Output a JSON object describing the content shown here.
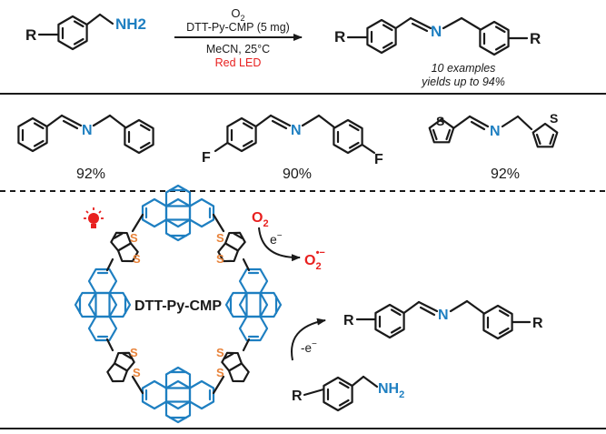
{
  "colors": {
    "ink": "#1a1a1a",
    "blue": "#1e7fc1",
    "red": "#e8201f",
    "orange": "#e8833a"
  },
  "icons": [
    "light-bulb-icon",
    "reaction-arrow-icon",
    "curved-arrow-icon"
  ],
  "reaction": {
    "reactant_r": "R",
    "reactant_amine": "NH2",
    "conditions": {
      "oxidant": "O",
      "oxidant_sub": "2",
      "catalyst": "DTT-Py-CMP (5 mg)",
      "solvent_temp": "MeCN, 25°C",
      "light": "Red LED"
    },
    "product_r_left": "R",
    "product_n": "N",
    "product_r_right": "R",
    "summary_line1": "10 examples",
    "summary_line2": "yields up to 94%"
  },
  "examples": [
    {
      "n": "N",
      "substituent": "",
      "yield": "92%"
    },
    {
      "n": "N",
      "substituent": "F",
      "yield": "90%"
    },
    {
      "n": "N",
      "substituent": "S",
      "yield": "92%"
    }
  ],
  "mechanism": {
    "polymer_label": "DTT-Py-CMP",
    "s_label": "S",
    "o2": "O",
    "o2_sub": "2",
    "electron": "e",
    "electron_sup": "−",
    "superoxide": "O",
    "superoxide_sub": "2",
    "superoxide_sup": "•−",
    "minus_electron": "-e",
    "minus_electron_sup": "−",
    "amine": "NH",
    "amine_sub": "2",
    "amine_r": "R",
    "product_r_left": "R",
    "product_n": "N",
    "product_r_right": "R"
  }
}
